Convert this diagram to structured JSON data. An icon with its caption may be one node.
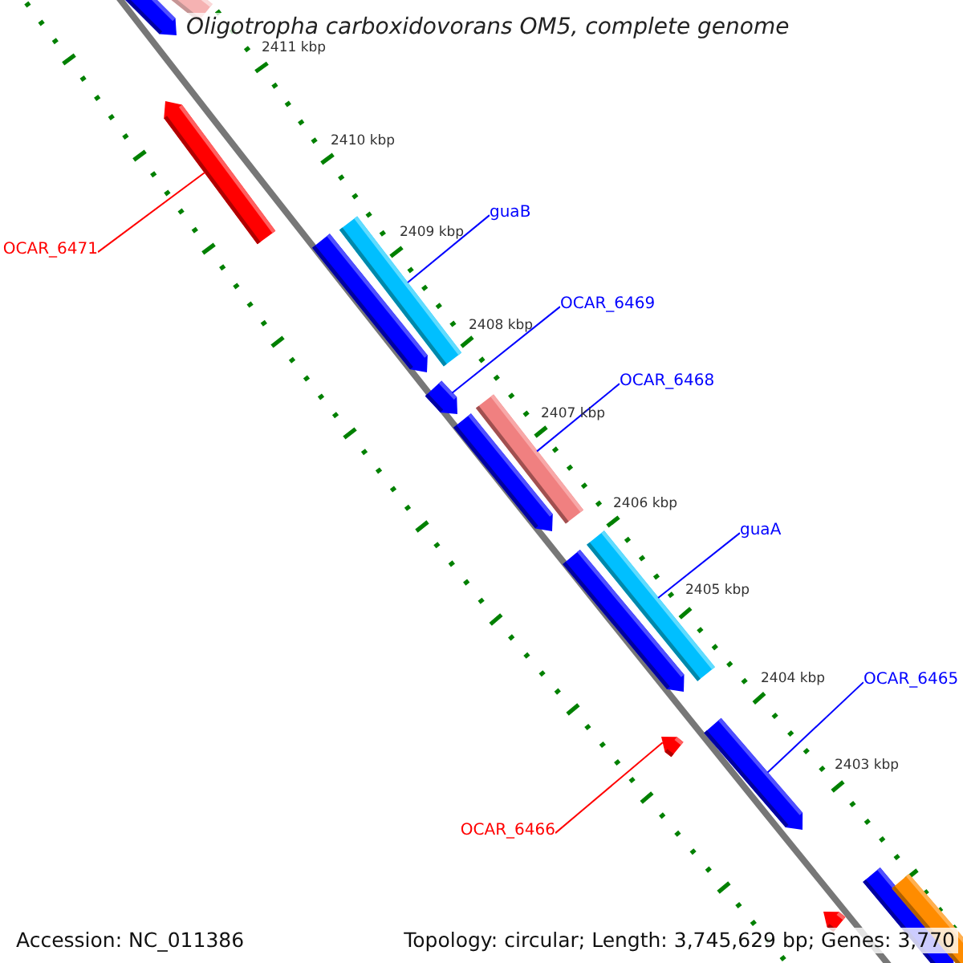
{
  "diagram": {
    "title": "Oligotropha carboxidovorans OM5, complete genome",
    "nodes": [
      {
        "text": [
          "OCAR_6471"
        ]
      },
      {
        "text": [],
        "shape": "arrow"
      },
      {
        "text": [
          "guaB"
        ]
      },
      {
        "text": [],
        "shape": "bar"
      },
      {
        "text": [
          "OCAR_6469"
        ]
      },
      {
        "text": [],
        "shape": "arrow"
      },
      {
        "text": [
          "OCAR_6468"
        ]
      },
      {
        "text": [],
        "shape": "bar"
      },
      {
        "text": [
          "guaA"
        ]
      },
      {
        "text": [],
        "shape": "bar"
      },
      {
        "text": [
          "OCAR_6465"
        ]
      },
      {
        "text": [],
        "shape": "arrow"
      },
      {
        "text": [
          "OCAR_6466"
        ]
      },
      {
        "text": [],
        "shape": "arrow"
      },
      {
        "text": [],
        "shape": "arrow"
      },
      {
        "text": [],
        "shape": "bar"
      },
      {
        "text": [],
        "shape": "arrow"
      },
      {
        "text": [],
        "shape": "arrow"
      },
      {
        "text": [],
        "shape": "arrow"
      },
      {
        "text": [],
        "shape": "arrow"
      },
      {
        "text": [],
        "shape": "arrow"
      },
      {
        "text": [],
        "shape": "bar"
      }
    ],
    "edges": [
      {
        "from": 0,
        "to": 1,
        "arrow": "none",
        "color": "#ff0000"
      },
      {
        "from": 2,
        "to": 3,
        "arrow": "none"
      },
      {
        "from": 4,
        "to": 5,
        "arrow": "none"
      },
      {
        "from": 6,
        "to": 7,
        "arrow": "none"
      },
      {
        "from": 8,
        "to": 9,
        "arrow": "none"
      },
      {
        "from": 10,
        "to": 11,
        "arrow": "none"
      },
      {
        "from": 12,
        "to": 13,
        "arrow": "none",
        "color": "#ff0000"
      }
    ],
    "labels": [
      "2411 kbp",
      "2410 kbp",
      "2409 kbp",
      "2408 kbp",
      "2407 kbp",
      "2406 kbp",
      "2405 kbp",
      "2404 kbp",
      "2403 kbp",
      "Accession: NC_011386",
      "Topology: circular; Length: 3,745,629 bp; Genes: 3,770"
    ]
  }
}
